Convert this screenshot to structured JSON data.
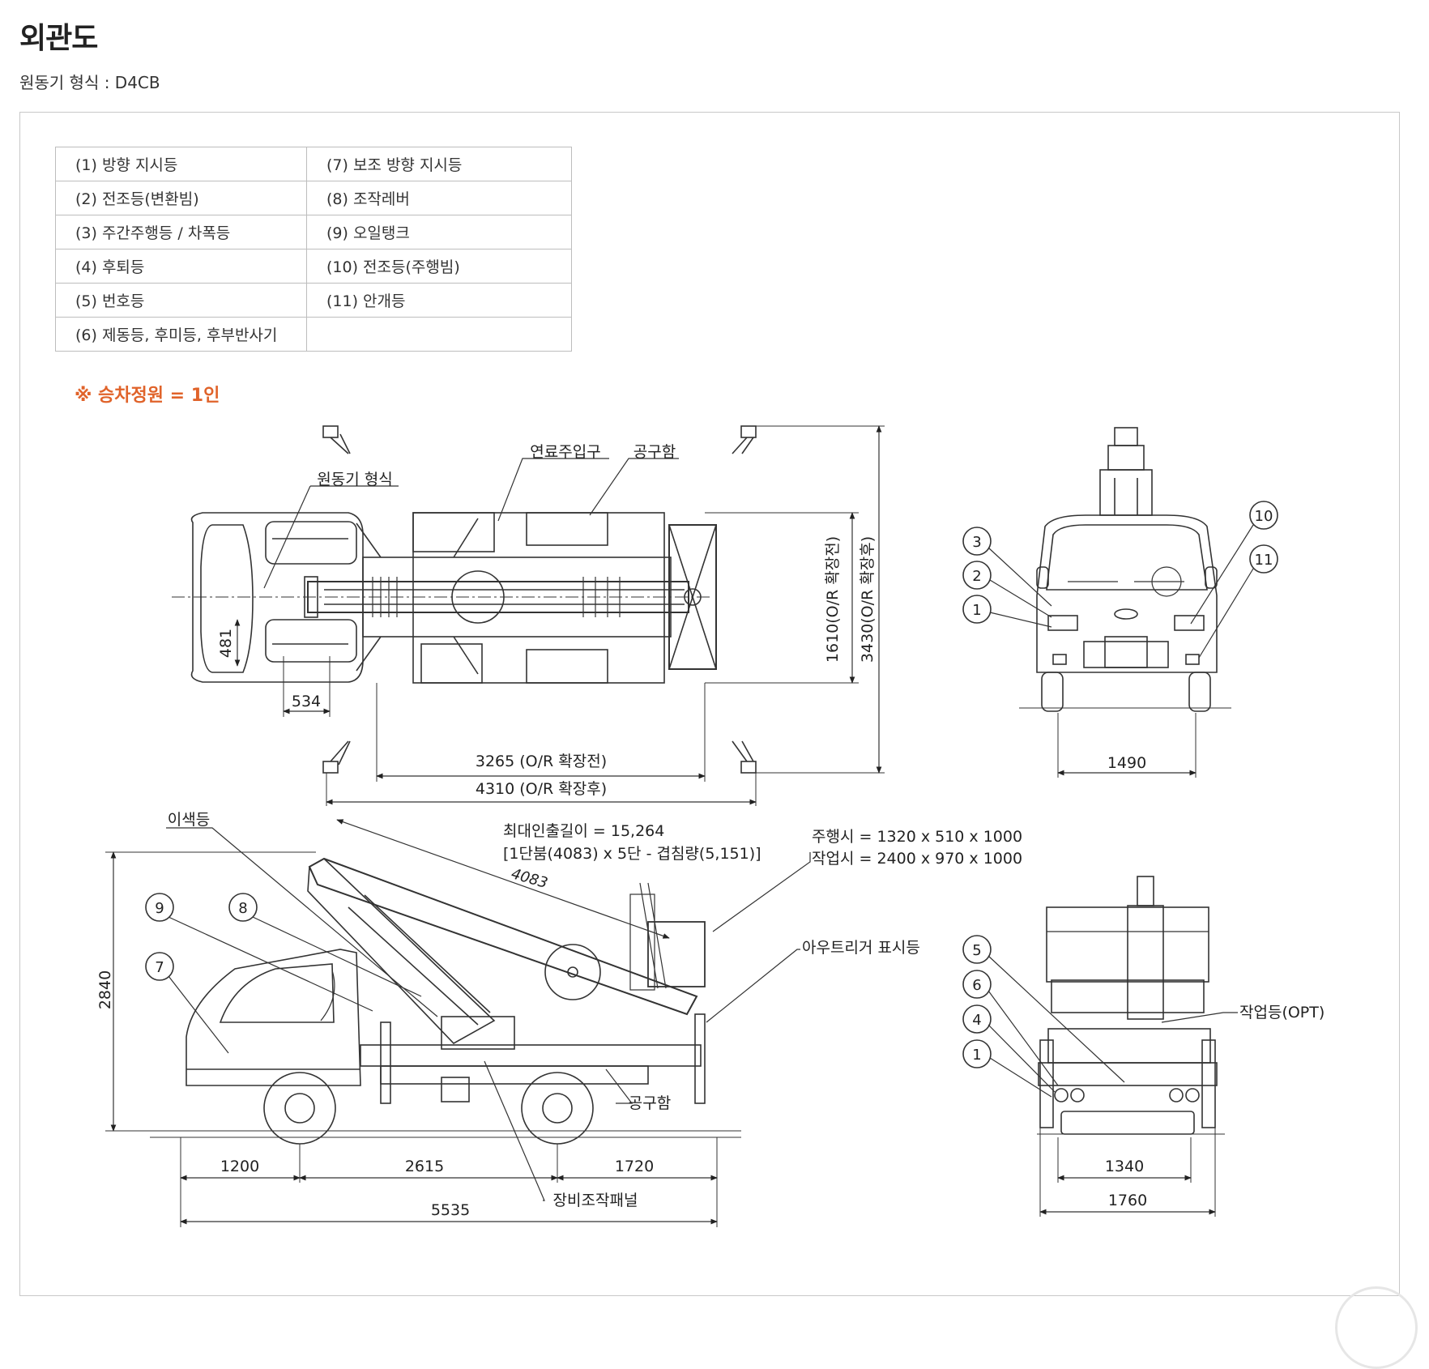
{
  "page": {
    "title": "외관도",
    "engine_line": "원동기 형식 : D4CB"
  },
  "legend": {
    "rows": [
      [
        "(1) 방향 지시등",
        "(7) 보조 방향 지시등"
      ],
      [
        "(2) 전조등(변환빔)",
        "(8) 조작레버"
      ],
      [
        "(3) 주간주행등 / 차폭등",
        "(9) 오일탱크"
      ],
      [
        "(4) 후퇴등",
        "(10) 전조등(주행빔)"
      ],
      [
        "(5) 번호등",
        "(11) 안개등"
      ],
      [
        "(6) 제동등, 후미등, 후부반사기",
        ""
      ]
    ]
  },
  "note": "※ 승차정원 = 1인",
  "top_view": {
    "label_engine": "원동기 형식",
    "label_fuel": "연료주입구",
    "label_toolbox": "공구함",
    "dim_481": "481",
    "dim_534": "534",
    "dim_1610": "1610(O/R 확장전)",
    "dim_3430": "3430(O/R 확장후)",
    "dim_3265": "3265 (O/R 확장전)",
    "dim_4310": "4310 (O/R 확장후)"
  },
  "front_view": {
    "callouts": [
      "3",
      "2",
      "1",
      "10",
      "11"
    ],
    "dim_1490": "1490"
  },
  "side_view": {
    "label_clearance": "이색등",
    "label_reach_1": "최대인출길이 = 15,264",
    "label_reach_2": "[1단붐(4083) x 5단 - 겹침량(5,151)]",
    "label_boom": "4083",
    "label_travel": "주행시 = 1320 x 510 x 1000",
    "label_work": "작업시 = 2400 x 970 x 1000",
    "label_outrigger": "아우트리거 표시등",
    "label_toolbox": "공구함",
    "label_panel": "장비조작패널",
    "callouts": [
      "9",
      "8",
      "7"
    ],
    "dim_2840": "2840",
    "dim_1200": "1200",
    "dim_2615": "2615",
    "dim_1720": "1720",
    "dim_5535": "5535"
  },
  "rear_view": {
    "callouts": [
      "5",
      "6",
      "4",
      "1"
    ],
    "label_worklight": "작업등(OPT)",
    "dim_1340": "1340",
    "dim_1760": "1760"
  }
}
